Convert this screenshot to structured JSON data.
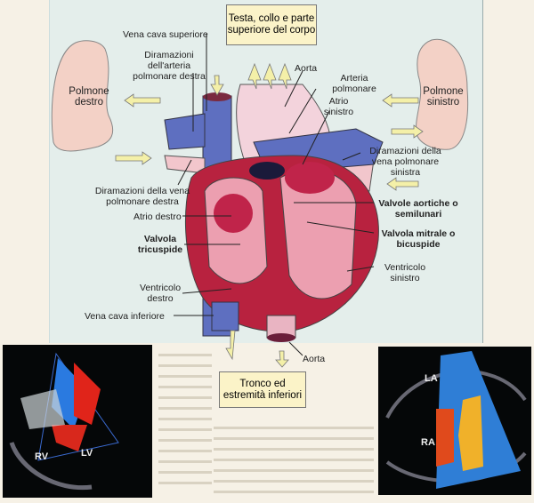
{
  "top_box": "Testa, collo e parte superiore del corpo",
  "bottom_box": "Tronco ed estremità inferiori",
  "labels": {
    "vena_cava_superiore": "Vena cava superiore",
    "diramazioni_arteria_dx": "Diramazioni dell'arteria polmonare destra",
    "polmone_destro": "Polmone destro",
    "polmone_sinistro": "Polmone sinistro",
    "aorta_top": "Aorta",
    "arteria_polmonare": "Arteria polmonare",
    "atrio_sinistro": "Atrio sinistro",
    "diramazioni_vena_sx": "Diramazioni della vena polmonare sinistra",
    "diramazioni_vena_dx": "Diramazioni della vena polmonare destra",
    "valvole_aortiche": "Valvole aortiche o semilunari",
    "atrio_destro": "Atrio destro",
    "valvola_mitrale": "Valvola mitrale o bicuspide",
    "valvola_tricuspide": "Valvola tricuspide",
    "ventricolo_sinistro": "Ventricolo sinistro",
    "ventricolo_destro": "Ventricolo destro",
    "vena_cava_inferiore": "Vena cava inferiore",
    "aorta_bottom": "Aorta"
  },
  "echo_left": {
    "rv": "RV",
    "lv": "LV"
  },
  "echo_right": {
    "la": "LA",
    "ra": "RA"
  }
}
